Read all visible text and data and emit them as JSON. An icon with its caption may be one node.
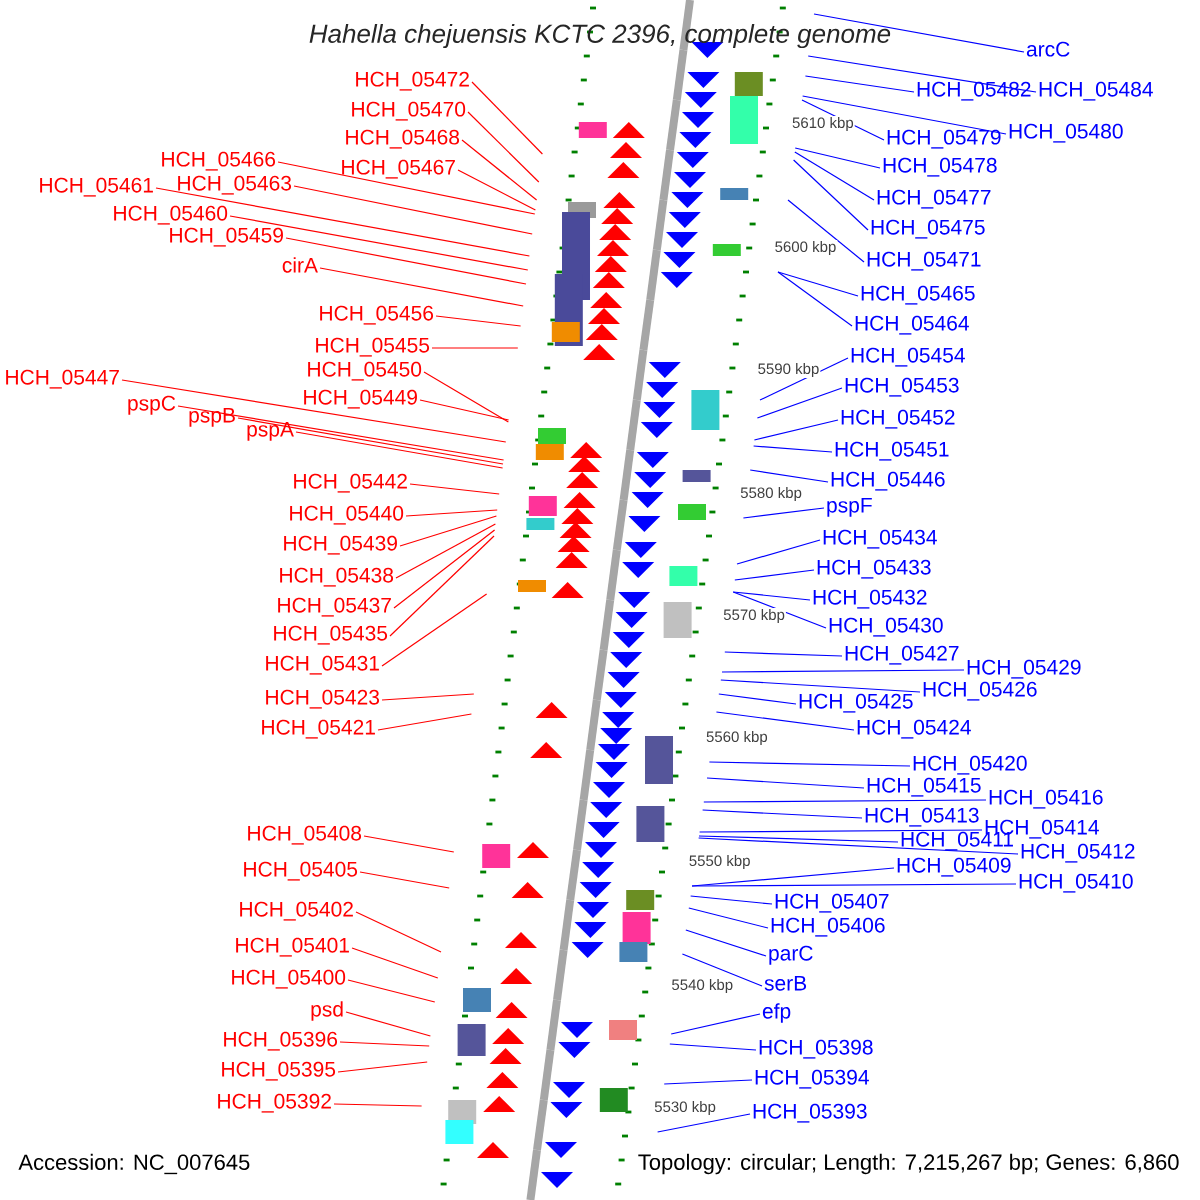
{
  "diagram": {
    "title": "Hahella chejuensis KCTC 2396, complete genome",
    "nodes": [
      {
        "text": [
          "HCH_05472"
        ]
      },
      {
        "text": [
          "HCH_05470"
        ]
      },
      {
        "text": [
          "HCH_05468"
        ]
      },
      {
        "text": [
          "HCH_05467"
        ]
      },
      {
        "text": [
          "HCH_05466"
        ]
      },
      {
        "text": [
          "HCH_05463"
        ]
      },
      {
        "text": [
          "HCH_05461"
        ]
      },
      {
        "text": [
          "HCH_05460"
        ]
      },
      {
        "text": [
          "HCH_05459"
        ]
      },
      {
        "text": [
          "cirA"
        ]
      },
      {
        "text": [
          "HCH_05456"
        ]
      },
      {
        "text": [
          "HCH_05455"
        ]
      },
      {
        "text": [
          "HCH_05450"
        ]
      },
      {
        "text": [
          "HCH_05449"
        ]
      },
      {
        "text": [
          "HCH_05447"
        ]
      },
      {
        "text": [
          "pspC"
        ]
      },
      {
        "text": [
          "pspB"
        ]
      },
      {
        "text": [
          "pspA"
        ]
      },
      {
        "text": [
          "HCH_05442"
        ]
      },
      {
        "text": [
          "HCH_05440"
        ]
      },
      {
        "text": [
          "HCH_05439"
        ]
      },
      {
        "text": [
          "HCH_05438"
        ]
      },
      {
        "text": [
          "HCH_05437"
        ]
      },
      {
        "text": [
          "HCH_05435"
        ]
      },
      {
        "text": [
          "HCH_05431"
        ]
      },
      {
        "text": [
          "HCH_05423"
        ]
      },
      {
        "text": [
          "HCH_05421"
        ]
      },
      {
        "text": [
          "HCH_05408"
        ]
      },
      {
        "text": [
          "HCH_05405"
        ]
      },
      {
        "text": [
          "HCH_05402"
        ]
      },
      {
        "text": [
          "HCH_05401"
        ]
      },
      {
        "text": [
          "HCH_05400"
        ]
      },
      {
        "text": [
          "psd"
        ]
      },
      {
        "text": [
          "HCH_05396"
        ]
      },
      {
        "text": [
          "HCH_05395"
        ]
      },
      {
        "text": [
          "HCH_05392"
        ]
      },
      {
        "text": [
          "arcC"
        ]
      },
      {
        "text": [
          "HCH_05482"
        ]
      },
      {
        "text": [
          "HCH_05484"
        ]
      },
      {
        "text": [
          "HCH_05479"
        ]
      },
      {
        "text": [
          "HCH_05480"
        ]
      },
      {
        "text": [
          "HCH_05478"
        ]
      },
      {
        "text": [
          "HCH_05477"
        ]
      },
      {
        "text": [
          "HCH_05475"
        ]
      },
      {
        "text": [
          "HCH_05471"
        ]
      },
      {
        "text": [
          "HCH_05465"
        ]
      },
      {
        "text": [
          "HCH_05464"
        ]
      },
      {
        "text": [
          "HCH_05454"
        ]
      },
      {
        "text": [
          "HCH_05453"
        ]
      },
      {
        "text": [
          "HCH_05452"
        ]
      },
      {
        "text": [
          "HCH_05451"
        ]
      },
      {
        "text": [
          "HCH_05446"
        ]
      },
      {
        "text": [
          "pspF"
        ]
      },
      {
        "text": [
          "HCH_05434"
        ]
      },
      {
        "text": [
          "HCH_05433"
        ]
      },
      {
        "text": [
          "HCH_05432"
        ]
      },
      {
        "text": [
          "HCH_05430"
        ]
      },
      {
        "text": [
          "HCH_05427"
        ]
      },
      {
        "text": [
          "HCH_05429"
        ]
      },
      {
        "text": [
          "HCH_05426"
        ]
      },
      {
        "text": [
          "HCH_05425"
        ]
      },
      {
        "text": [
          "HCH_05424"
        ]
      },
      {
        "text": [
          "HCH_05420"
        ]
      },
      {
        "text": [
          "HCH_05415"
        ]
      },
      {
        "text": [
          "HCH_05416"
        ]
      },
      {
        "text": [
          "HCH_05413"
        ]
      },
      {
        "text": [
          "HCH_05414"
        ]
      },
      {
        "text": [
          "HCH_05411"
        ]
      },
      {
        "text": [
          "HCH_05412"
        ]
      },
      {
        "text": [
          "HCH_05409"
        ]
      },
      {
        "text": [
          "HCH_05410"
        ]
      },
      {
        "text": [
          "HCH_05407"
        ]
      },
      {
        "text": [
          "HCH_05406"
        ]
      },
      {
        "text": [
          "parC"
        ]
      },
      {
        "text": [
          "serB"
        ]
      },
      {
        "text": [
          "efp"
        ]
      },
      {
        "text": [
          "HCH_05398"
        ]
      },
      {
        "text": [
          "HCH_05394"
        ]
      },
      {
        "text": [
          "HCH_05393"
        ]
      }
    ],
    "edges": [
      {
        "from": 0,
        "to": null,
        "arrow": "none",
        "color": "#ff0000"
      },
      {
        "from": 1,
        "to": null,
        "arrow": "none",
        "color": "#ff0000"
      },
      {
        "from": 2,
        "to": null,
        "arrow": "none",
        "color": "#ff0000"
      },
      {
        "from": 3,
        "to": null,
        "arrow": "none",
        "color": "#ff0000"
      },
      {
        "from": 4,
        "to": null,
        "arrow": "none",
        "color": "#ff0000"
      },
      {
        "from": 5,
        "to": null,
        "arrow": "none",
        "color": "#ff0000"
      },
      {
        "from": 6,
        "to": null,
        "arrow": "none",
        "color": "#ff0000"
      },
      {
        "from": 7,
        "to": null,
        "arrow": "none",
        "color": "#ff0000"
      },
      {
        "from": 8,
        "to": null,
        "arrow": "none",
        "color": "#ff0000"
      },
      {
        "from": 9,
        "to": null,
        "arrow": "none",
        "color": "#ff0000"
      },
      {
        "from": 10,
        "to": null,
        "arrow": "none",
        "color": "#ff0000"
      },
      {
        "from": 11,
        "to": null,
        "arrow": "none",
        "color": "#ff0000"
      },
      {
        "from": 12,
        "to": null,
        "arrow": "none",
        "color": "#ff0000"
      },
      {
        "from": 13,
        "to": null,
        "arrow": "none",
        "color": "#ff0000"
      },
      {
        "from": 14,
        "to": null,
        "arrow": "none",
        "color": "#ff0000"
      },
      {
        "from": 15,
        "to": null,
        "arrow": "none",
        "color": "#ff0000"
      },
      {
        "from": 16,
        "to": null,
        "arrow": "none",
        "color": "#ff0000"
      },
      {
        "from": 17,
        "to": null,
        "arrow": "none",
        "color": "#ff0000"
      },
      {
        "from": 18,
        "to": null,
        "arrow": "none",
        "color": "#ff0000"
      },
      {
        "from": 19,
        "to": null,
        "arrow": "none",
        "color": "#ff0000"
      },
      {
        "from": 20,
        "to": null,
        "arrow": "none",
        "color": "#ff0000"
      },
      {
        "from": 21,
        "to": null,
        "arrow": "none",
        "color": "#ff0000"
      },
      {
        "from": 22,
        "to": null,
        "arrow": "none",
        "color": "#ff0000"
      },
      {
        "from": 23,
        "to": null,
        "arrow": "none",
        "color": "#ff0000"
      },
      {
        "from": 24,
        "to": null,
        "arrow": "none",
        "color": "#ff0000"
      },
      {
        "from": 25,
        "to": null,
        "arrow": "none",
        "color": "#ff0000"
      },
      {
        "from": 26,
        "to": null,
        "arrow": "none",
        "color": "#ff0000"
      },
      {
        "from": 27,
        "to": null,
        "arrow": "none",
        "color": "#ff0000"
      },
      {
        "from": 28,
        "to": null,
        "arrow": "none",
        "color": "#ff0000"
      },
      {
        "from": 29,
        "to": null,
        "arrow": "none",
        "color": "#ff0000"
      },
      {
        "from": 30,
        "to": null,
        "arrow": "none",
        "color": "#ff0000"
      },
      {
        "from": 31,
        "to": null,
        "arrow": "none",
        "color": "#ff0000"
      },
      {
        "from": 32,
        "to": null,
        "arrow": "none",
        "color": "#ff0000"
      },
      {
        "from": 33,
        "to": null,
        "arrow": "none",
        "color": "#ff0000"
      },
      {
        "from": 34,
        "to": null,
        "arrow": "none",
        "color": "#ff0000"
      },
      {
        "from": 35,
        "to": null,
        "arrow": "none",
        "color": "#ff0000"
      },
      {
        "from": 36,
        "to": null,
        "arrow": "none"
      },
      {
        "from": 37,
        "to": null,
        "arrow": "none"
      },
      {
        "from": 38,
        "to": null,
        "arrow": "none"
      },
      {
        "from": 39,
        "to": null,
        "arrow": "none"
      },
      {
        "from": 40,
        "to": null,
        "arrow": "none"
      },
      {
        "from": 41,
        "to": null,
        "arrow": "none"
      },
      {
        "from": 42,
        "to": null,
        "arrow": "none"
      },
      {
        "from": 43,
        "to": null,
        "arrow": "none"
      },
      {
        "from": 44,
        "to": null,
        "arrow": "none"
      },
      {
        "from": 45,
        "to": null,
        "arrow": "none"
      },
      {
        "from": 46,
        "to": null,
        "arrow": "none"
      },
      {
        "from": 47,
        "to": null,
        "arrow": "none"
      },
      {
        "from": 48,
        "to": null,
        "arrow": "none"
      },
      {
        "from": 49,
        "to": null,
        "arrow": "none"
      },
      {
        "from": 50,
        "to": null,
        "arrow": "none"
      },
      {
        "from": 51,
        "to": null,
        "arrow": "none"
      },
      {
        "from": 52,
        "to": null,
        "arrow": "none"
      },
      {
        "from": 53,
        "to": null,
        "arrow": "none"
      },
      {
        "from": 54,
        "to": null,
        "arrow": "none"
      },
      {
        "from": 55,
        "to": null,
        "arrow": "none"
      },
      {
        "from": 56,
        "to": null,
        "arrow": "none"
      },
      {
        "from": 57,
        "to": null,
        "arrow": "none"
      },
      {
        "from": 58,
        "to": null,
        "arrow": "none"
      },
      {
        "from": 59,
        "to": null,
        "arrow": "none"
      },
      {
        "from": 60,
        "to": null,
        "arrow": "none"
      },
      {
        "from": 61,
        "to": null,
        "arrow": "none"
      },
      {
        "from": 62,
        "to": null,
        "arrow": "none"
      },
      {
        "from": 63,
        "to": null,
        "arrow": "none"
      },
      {
        "from": 64,
        "to": null,
        "arrow": "none"
      },
      {
        "from": 65,
        "to": null,
        "arrow": "none"
      },
      {
        "from": 66,
        "to": null,
        "arrow": "none"
      },
      {
        "from": 67,
        "to": null,
        "arrow": "none"
      },
      {
        "from": 68,
        "to": null,
        "arrow": "none"
      },
      {
        "from": 69,
        "to": null,
        "arrow": "none"
      },
      {
        "from": 70,
        "to": null,
        "arrow": "none"
      },
      {
        "from": 71,
        "to": null,
        "arrow": "none"
      },
      {
        "from": 72,
        "to": null,
        "arrow": "none"
      },
      {
        "from": 73,
        "to": null,
        "arrow": "none"
      },
      {
        "from": 74,
        "to": null,
        "arrow": "none"
      },
      {
        "from": 75,
        "to": null,
        "arrow": "none"
      },
      {
        "from": 76,
        "to": null,
        "arrow": "none"
      },
      {
        "from": 77,
        "to": null,
        "arrow": "none"
      },
      {
        "from": 78,
        "to": null,
        "arrow": "none"
      }
    ],
    "labels": [
      "5610 kbp",
      "5600 kbp",
      "5590 kbp",
      "5580 kbp",
      "5570 kbp",
      "5560 kbp",
      "5550 kbp",
      "5540 kbp",
      "5530 kbp",
      "Accession: NC_007645",
      "Topology: circular; Length: 7,215,267 bp; Genes: 6,860"
    ]
  }
}
